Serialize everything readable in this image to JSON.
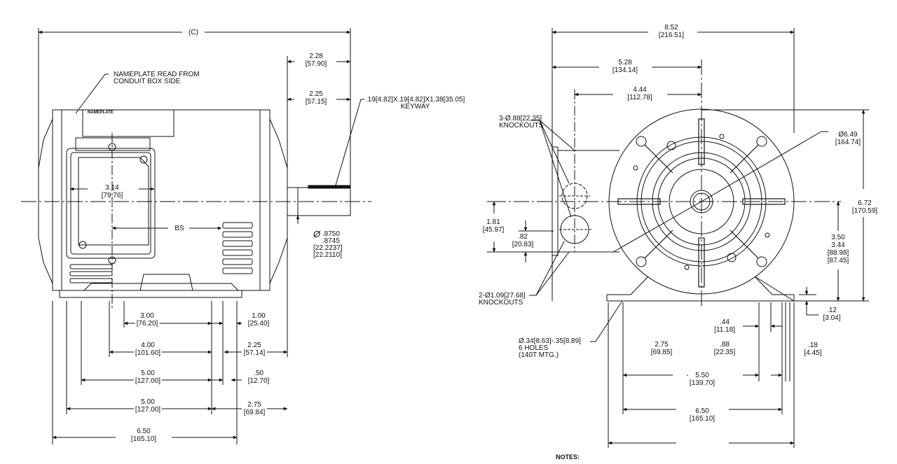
{
  "side_view": {
    "overall_length": "(C)",
    "shaft_ext_1": {
      "in": "2.28",
      "mm": "[57.90]"
    },
    "shaft_ext_2": {
      "in": "2.25",
      "mm": "[57.15]"
    },
    "nameplate_note": [
      "NAMEPLATE READ FROM",
      "CONDUIT BOX SIDE"
    ],
    "nameplate_label": "NAMEPLATE",
    "keyway": [
      ".19[4.82]X.19[4.82]X1.38[35.05]",
      "KEYWAY"
    ],
    "box_width": {
      "in": "3.14",
      "mm": "[79.76]"
    },
    "bs_label": "BS",
    "shaft_dia": {
      "symbol": "Ø",
      "max": ".8750",
      "min": ".8745",
      "mm_max": "[22.2237]",
      "mm_min": "[22.2110]"
    },
    "bottom_dims": [
      {
        "in": "3.00",
        "mm": "[76.20]"
      },
      {
        "in": "4.00",
        "mm": "[101.60]"
      },
      {
        "in": "5.00",
        "mm": "[127.00]"
      },
      {
        "in": "5.00",
        "mm": "[127.00]"
      },
      {
        "in": "6.50",
        "mm": "[165.10]"
      }
    ],
    "right_dims": [
      {
        "in": "1.00",
        "mm": "[25.40]"
      },
      {
        "in": "2.25",
        "mm": "[57.14]"
      },
      {
        "in": ".50",
        "mm": "[12.70]"
      },
      {
        "in": "2.75",
        "mm": "[69.84]"
      }
    ]
  },
  "end_view": {
    "overall_width": {
      "in": "8.52",
      "mm": "[216.51]"
    },
    "box_offset": {
      "in": "5.28",
      "mm": "[134.14]"
    },
    "knockout_offset": {
      "in": "4.44",
      "mm": "[112.78]"
    },
    "knockouts_small": [
      "3-Ø.88[22.35]",
      "KNOCKOUTS"
    ],
    "knockouts_large": [
      "2-Ø1.09[27.68]",
      "KNOCKOUTS"
    ],
    "frame_dia": {
      "in": "Ø6.49",
      "mm": "[164.74]"
    },
    "overall_height": {
      "in": "6.72",
      "mm": "[170.59]"
    },
    "ko_height": {
      "in": "1.81",
      "mm": "[45.97]"
    },
    "ko_spacing": {
      "in": ".82",
      "mm": "[20.83]"
    },
    "shaft_height": {
      "in_max": "3.50",
      "in_min": "3.44",
      "mm_max": "[88.98]",
      "mm_min": "[87.45]"
    },
    "foot_thickness": {
      "in": ".12",
      "mm": "[3.04]"
    },
    "mount_holes": [
      "Ø.34[8.63]-.35[8.89]",
      "6 HOLES",
      "(140T MTG.)"
    ],
    "slot_width": {
      "in": ".44",
      "mm": "[11.18]"
    },
    "half_base": {
      "in": "2.75",
      "mm": "[69.85]"
    },
    "slot_len": {
      "in": ".88",
      "mm": "[22.35]"
    },
    "edge": {
      "in": ".18",
      "mm": "[4.45]"
    },
    "hole_span": {
      "in": "5.50",
      "mm": "[139.70]"
    },
    "base_width": {
      "in": "6.50",
      "mm": "[165.10]"
    }
  },
  "notes": {
    "title": "NOTES:"
  }
}
